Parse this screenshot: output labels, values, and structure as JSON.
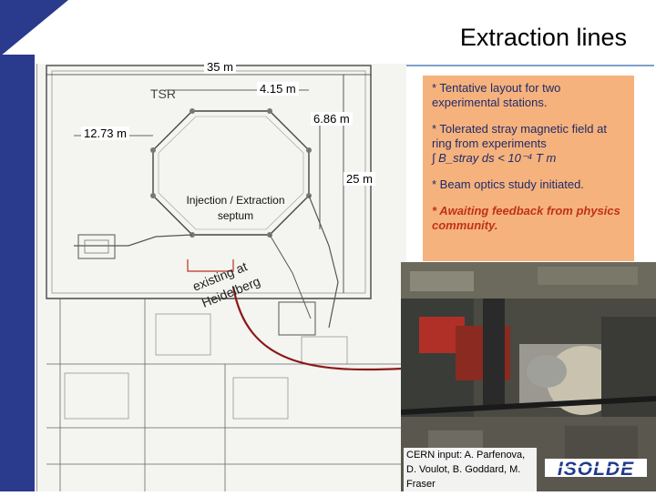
{
  "slide": {
    "title": "Extraction lines"
  },
  "drawing": {
    "label_total_length": "35 m",
    "label_tsr": "TSR",
    "label_415": "4.15 m",
    "label_686": "6.86 m",
    "label_1273": "12.73 m",
    "label_25": "25 m",
    "label_injection": "Injection / Extraction septum",
    "label_existing_1": "existing at",
    "label_existing_2": "Heidelberg"
  },
  "info_box": {
    "item_1": "* Tentative layout for two experimental stations.",
    "item_2_line1": "* Tolerated stray magnetic field at ring from experiments",
    "item_2_formula": "∫ B_stray ds < 10⁻⁴ T m",
    "item_3": "* Beam optics study initiated.",
    "item_4": "* Awaiting feedback from physics community."
  },
  "credit": {
    "text": "CERN input: A. Parfenova, D. Voulot, B. Goddard, M. Fraser"
  },
  "logo": {
    "text": "ISOLDE"
  },
  "colors": {
    "accent_blue": "#2a3a8c",
    "info_bg": "#f6b27c",
    "info_text": "#1f2a6b",
    "highlight_red": "#c0311a",
    "beamline": "#8a1a1a"
  }
}
